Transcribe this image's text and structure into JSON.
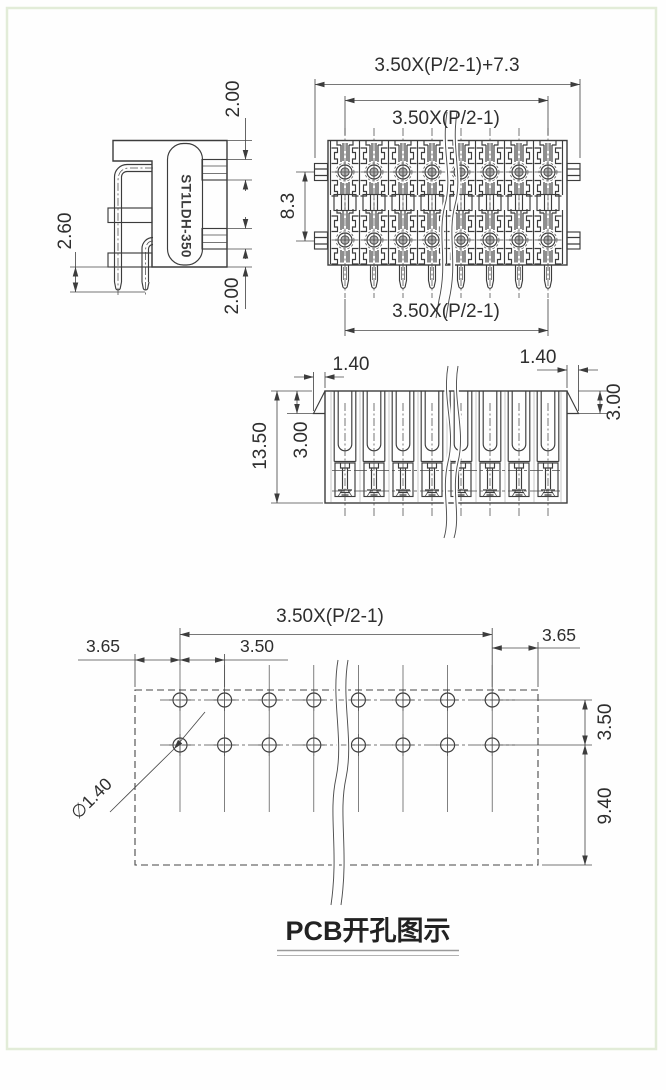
{
  "drawing": {
    "side_view": {
      "dim_top": "2.00",
      "dim_pin_length": "2.60",
      "dim_bottom": "2.00",
      "part_number": "ST1LDH-350"
    },
    "front_view": {
      "dim_overall_width": "3.50X(P/2-1)+7.3",
      "dim_pin_span_top": "3.50X(P/2-1)",
      "dim_row_spacing": "8.3",
      "dim_pin_span_bottom": "3.50X(P/2-1)",
      "positions_shown_per_row": 8,
      "rows": 2
    },
    "section_view": {
      "dim_slot_left": "1.40",
      "dim_slot_right": "1.40",
      "dim_total_height": "13.50",
      "dim_flange_left": "3.00",
      "dim_flange_right": "3.00",
      "slots_shown": 8
    },
    "pcb_view": {
      "dim_hole_span": "3.50X(P/2-1)",
      "dim_margin_left": "3.65",
      "dim_margin_right": "3.65",
      "dim_pitch": "3.50",
      "dim_row_spacing": "3.50",
      "dim_body_depth": "9.40",
      "dim_hole_diameter": "∅1.40",
      "holes_shown_per_row": 8,
      "rows": 2
    },
    "caption": {
      "title": "PCB开孔图示"
    }
  }
}
